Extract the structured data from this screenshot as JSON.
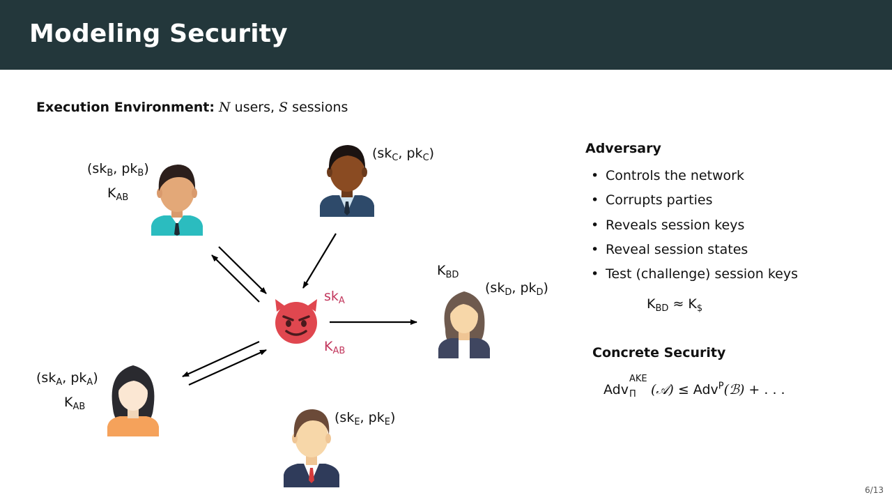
{
  "slide": {
    "title": "Modeling Security",
    "page": "6/13"
  },
  "environment": {
    "label": "Execution Environment:",
    "n_var": "N",
    "users_text": " users, ",
    "s_var": "S",
    "sessions_text": " sessions"
  },
  "parties": {
    "b": {
      "sk": "sk",
      "sk_sub": "B",
      "pk": "pk",
      "pk_sub": "B",
      "key": "K",
      "key_sub": "AB"
    },
    "c": {
      "sk": "sk",
      "sk_sub": "C",
      "pk": "pk",
      "pk_sub": "C"
    },
    "d": {
      "sk": "sk",
      "sk_sub": "D",
      "pk": "pk",
      "pk_sub": "D",
      "key": "K",
      "key_sub": "BD"
    },
    "a": {
      "sk": "sk",
      "sk_sub": "A",
      "pk": "pk",
      "pk_sub": "A",
      "key": "K",
      "key_sub": "AB"
    },
    "e": {
      "sk": "sk",
      "sk_sub": "E",
      "pk": "pk",
      "pk_sub": "E"
    },
    "adversary": {
      "sk": "sk",
      "sk_sub": "A",
      "key": "K",
      "key_sub": "AB"
    }
  },
  "adversary_panel": {
    "title": "Adversary",
    "bullet": "•",
    "items": [
      "Controls the network",
      "Corrupts parties",
      "Reveals session keys",
      "Reveal session states",
      "Test (challenge) session keys"
    ],
    "test_formula": {
      "left": "K",
      "left_sub": "BD",
      "op": " ≈ ",
      "right": "K",
      "right_sub": "$"
    }
  },
  "concrete": {
    "title": "Concrete Security",
    "adv": "Adv",
    "adv_sup": "AKE",
    "adv_sub": "Π",
    "arg_a": "(𝒜)",
    "leq": " ≤ ",
    "adv2": "Adv",
    "adv2_sup": "P",
    "arg_b": "(ℬ)",
    "tail": " + . . ."
  },
  "colors": {
    "header_bg": "#23373b",
    "adversary_red": "#c2365c",
    "devil_face": "#e0474f"
  }
}
